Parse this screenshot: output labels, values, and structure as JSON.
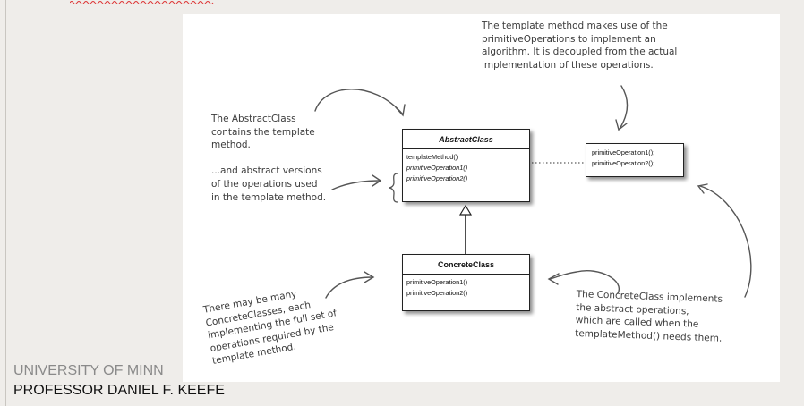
{
  "diagram": {
    "abstract_class": {
      "name": "AbstractClass",
      "operations": [
        "templateMethod()",
        "primitiveOperation1()",
        "primitiveOperation2()"
      ]
    },
    "concrete_class": {
      "name": "ConcreteClass",
      "operations": [
        "primitiveOperation1()",
        "primitiveOperation2()"
      ]
    },
    "primitive_box": {
      "operations": [
        "primitiveOperation1();",
        "primitiveOperation2();"
      ]
    },
    "notes": {
      "template_method": "The template method makes use of the\nprimitiveOperations to implement an\nalgorithm.  It is decoupled from the actual\nimplementation of these operations.",
      "abstract_class": "The AbstractClass\ncontains the template\nmethod.",
      "abstract_ops": "...and abstract versions\nof the operations used\nin the template method.",
      "many_concrete": "There may be many\nConcreteClasses, each\nimplementing the full set of\noperations required by the\ntemplate method.",
      "concrete_implements": "The ConcreteClass implements\nthe abstract operations,\nwhich are called when the\ntemplateMethod() needs them."
    }
  },
  "footer": {
    "university": "UNIVERSITY OF MINN",
    "professor": "PROFESSOR DANIEL F. KEEFE"
  }
}
